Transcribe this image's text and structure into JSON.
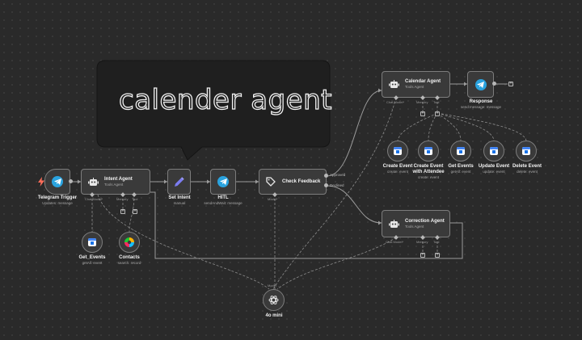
{
  "sticky": {
    "title": "calender agent"
  },
  "nodes": {
    "telegram_trigger": {
      "title": "Telegram Trigger",
      "sub": "Updates: message"
    },
    "intent_agent": {
      "title": "Intent Agent",
      "sub": "Tools Agent",
      "ports": [
        "Chat Model*",
        "Memory",
        "Tool"
      ]
    },
    "set_intent": {
      "title": "Set Intent",
      "sub": "manual"
    },
    "hitl": {
      "title": "HITL",
      "sub": "sendAndWait: message"
    },
    "check_feedback": {
      "title": "Check Feedback",
      "ports": [
        "Model*"
      ],
      "outputs": [
        "Approved",
        "Declined"
      ]
    },
    "calendar_agent": {
      "title": "Calendar Agent",
      "sub": "Tools Agent",
      "ports": [
        "Chat Model*",
        "Memory",
        "Tool"
      ]
    },
    "response": {
      "title": "Response",
      "sub": "send:message: message"
    },
    "correction_agent": {
      "title": "Correction Agent",
      "sub": "Tools Agent",
      "ports": [
        "Chat Model*",
        "Memory",
        "Tool"
      ]
    },
    "model": {
      "title": "4o mini",
      "port": "Model"
    }
  },
  "tools": {
    "get_events_left": {
      "title": "Get_Events",
      "sub": "getAll: event"
    },
    "contacts": {
      "title": "Contacts",
      "sub": "search: record"
    },
    "create_event": {
      "title": "Create Event",
      "sub": "create: event"
    },
    "create_event_attendee": {
      "title": "Create Event with Attendee",
      "sub": "create: event"
    },
    "get_events": {
      "title": "Get Events",
      "sub": "getAll: event"
    },
    "update_event": {
      "title": "Update Event",
      "sub": "update: event"
    },
    "delete_event": {
      "title": "Delete Event",
      "sub": "delete: event"
    }
  },
  "colors": {
    "telegram": "#2aa3df",
    "set_pencil": "#7b7cf0",
    "trigger_bolt": "#ff6d5a"
  },
  "icons": [
    "telegram-icon",
    "robot-icon",
    "pencil-icon",
    "tag-icon",
    "google-calendar-icon",
    "contacts-icon",
    "openai-icon",
    "plus-icon",
    "bolt-icon"
  ]
}
